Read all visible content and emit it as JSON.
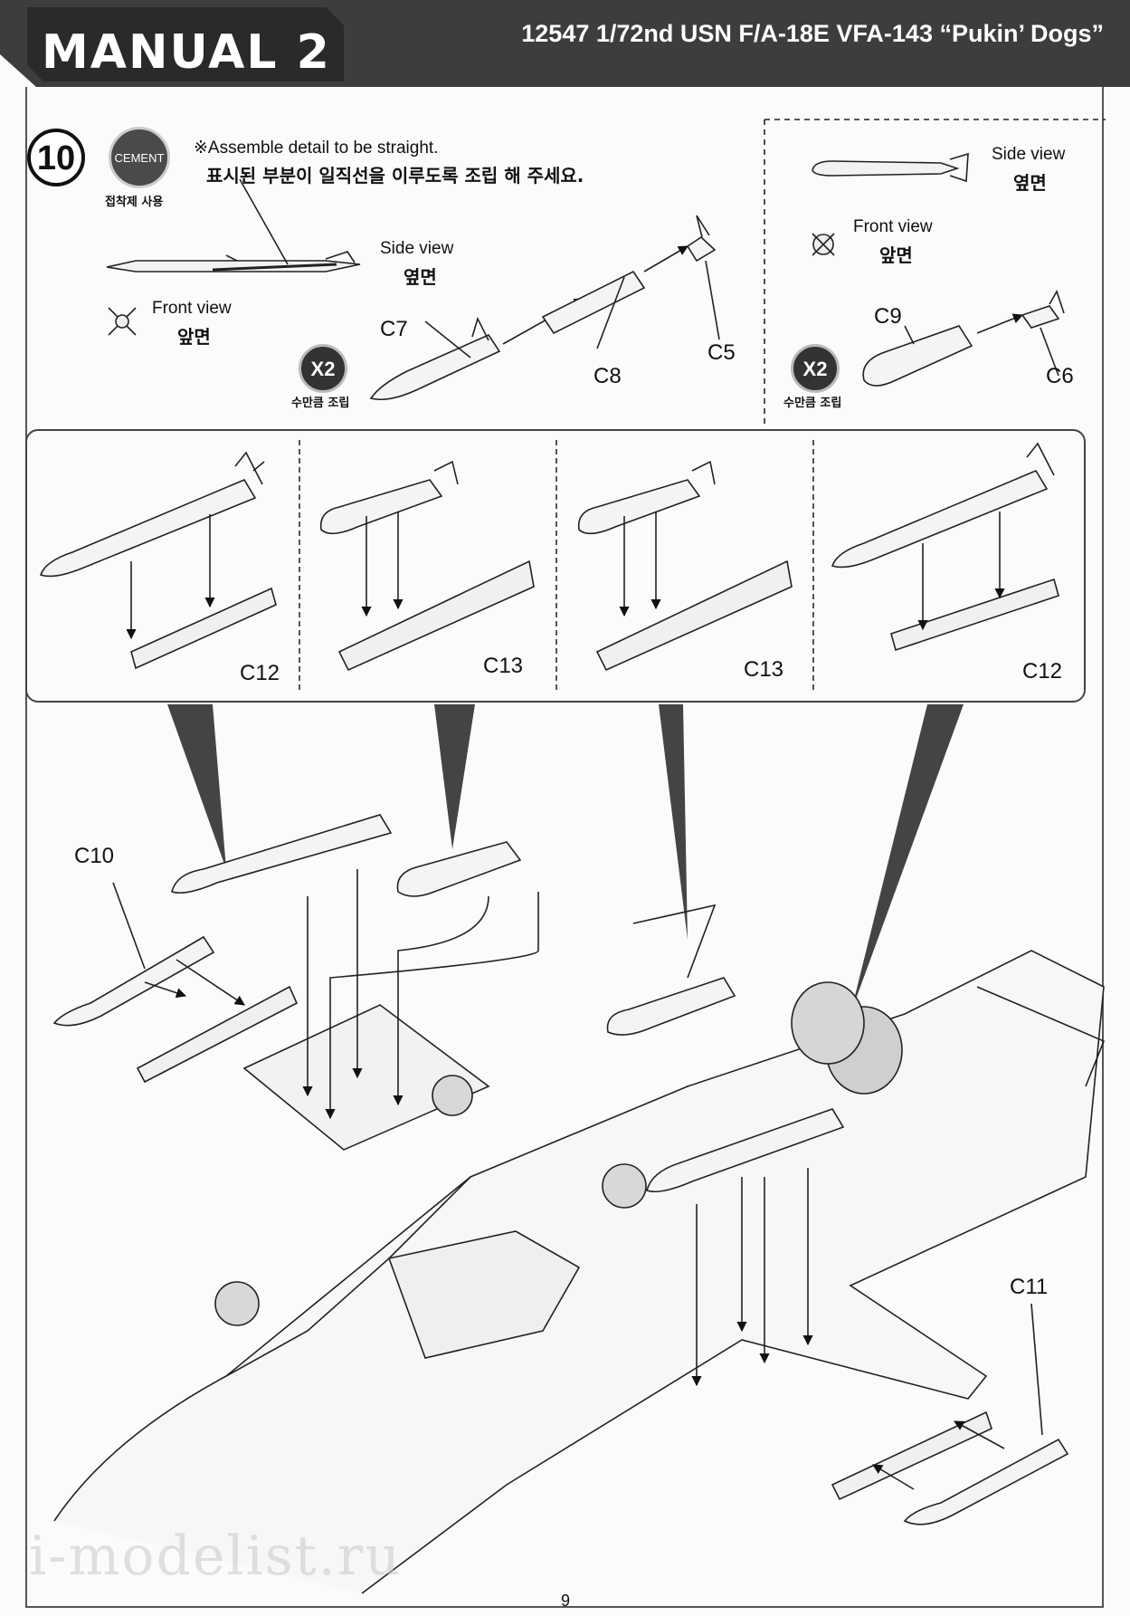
{
  "header": {
    "title": "MANUAL 2",
    "product": "12547 1/72nd USN F/A-18E VFA-143 “Pukin’ Dogs”"
  },
  "step": {
    "number": "10",
    "cement_label": "CEMENT",
    "cement_note": "접착제 사용",
    "note_en": "※Assemble detail to be straight.",
    "note_ko": "표시된 부분이 일직선을 이루도록 조립 해 주세요."
  },
  "views": {
    "side_en": "Side view",
    "side_ko": "옆면",
    "front_en": "Front view",
    "front_ko": "앞면",
    "side2_en": "Side view",
    "side2_ko": "옆면",
    "front2_en": "Front view",
    "front2_ko": "앞면"
  },
  "quantity": {
    "badge": "X2",
    "note": "수만큼 조립",
    "badge2": "X2",
    "note2": "수만큼 조립"
  },
  "parts": {
    "c5": "C5",
    "c6": "C6",
    "c7": "C7",
    "c8": "C8",
    "c9": "C9",
    "c10": "C10",
    "c11": "C11",
    "pylon1": "C12",
    "pylon2": "C13",
    "pylon3": "C13",
    "pylon4": "C12"
  },
  "footer": {
    "page": "9",
    "watermark": "i-modelist.ru"
  }
}
